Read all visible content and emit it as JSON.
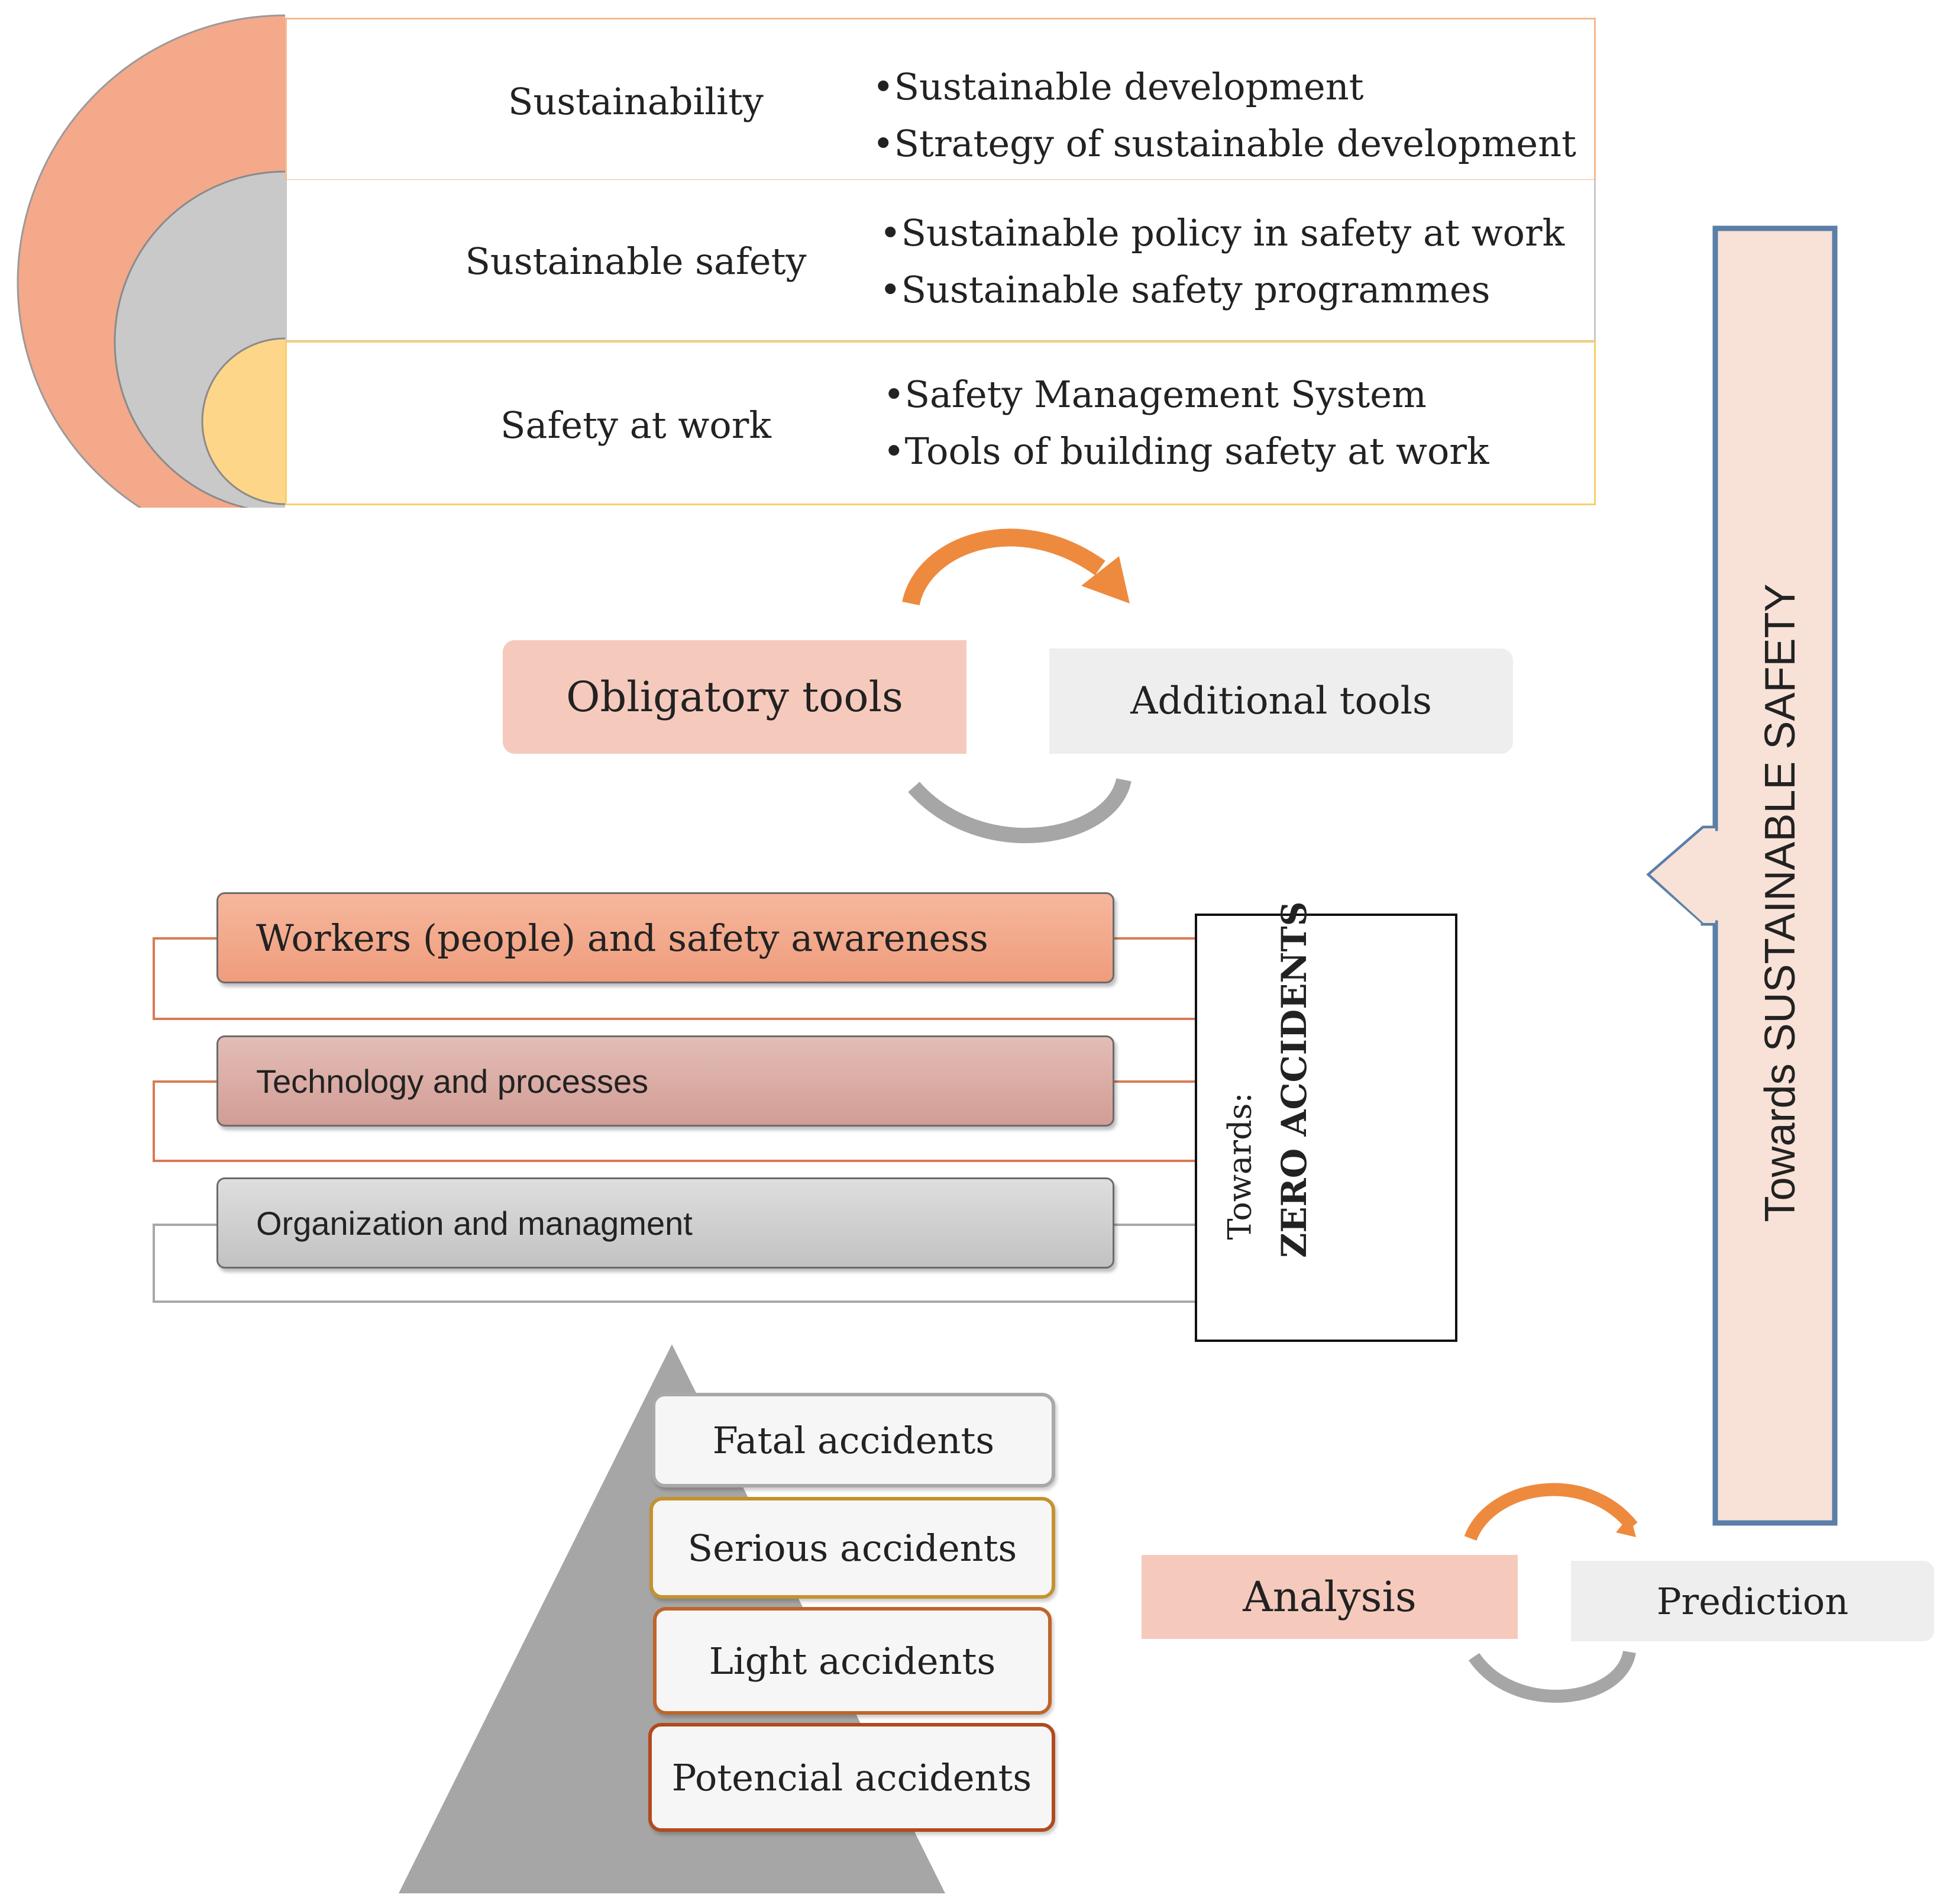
{
  "levels": [
    {
      "label": "Sustainability",
      "bullets": [
        "•Sustainable development",
        "•Strategy of sustainable development"
      ],
      "color": "#f4a98a",
      "border": "#f5b98f"
    },
    {
      "label": "Sustainable safety",
      "bullets": [
        "•Sustainable policy in safety at work",
        "•Sustainable safety programmes"
      ],
      "color": "#c9c9c9",
      "border": "#bdbdbd"
    },
    {
      "label": "Safety at work",
      "bullets": [
        "•Safety Management System",
        "•Tools of building safety at work"
      ],
      "color": "#fdd68a",
      "border": "#f8cf6b"
    }
  ],
  "tools": {
    "obligatory": "Obligatory tools",
    "additional": "Additional tools"
  },
  "factors": [
    {
      "label": "Workers (people) and safety awareness",
      "color": "#f4a98a"
    },
    {
      "label": "Technology and processes",
      "color": "#d9aaa3"
    },
    {
      "label": "Organization and managment",
      "color": "#c8c8c8"
    }
  ],
  "zero_box": {
    "towards": "Towards:",
    "title": "ZERO ACCIDENTS"
  },
  "pyramid": [
    {
      "label": "Fatal accidents",
      "border": "#a9a9a9"
    },
    {
      "label": "Serious accidents",
      "border": "#c4922e"
    },
    {
      "label": "Light accidents",
      "border": "#c0652a"
    },
    {
      "label": "Potencial accidents",
      "border": "#b24a1e"
    }
  ],
  "analysis": {
    "left": "Analysis",
    "right": "Prediction"
  },
  "sustainable_arrow": {
    "label": "Towards SUSTAINABLE SAFETY"
  },
  "colors": {
    "orange_arrow": "#ee8a3e",
    "gray_arrow": "#a6a6a6",
    "pink_box": "#f5cabd",
    "gray_box": "#eeeeee",
    "blue_outline": "#5a7fa8"
  }
}
